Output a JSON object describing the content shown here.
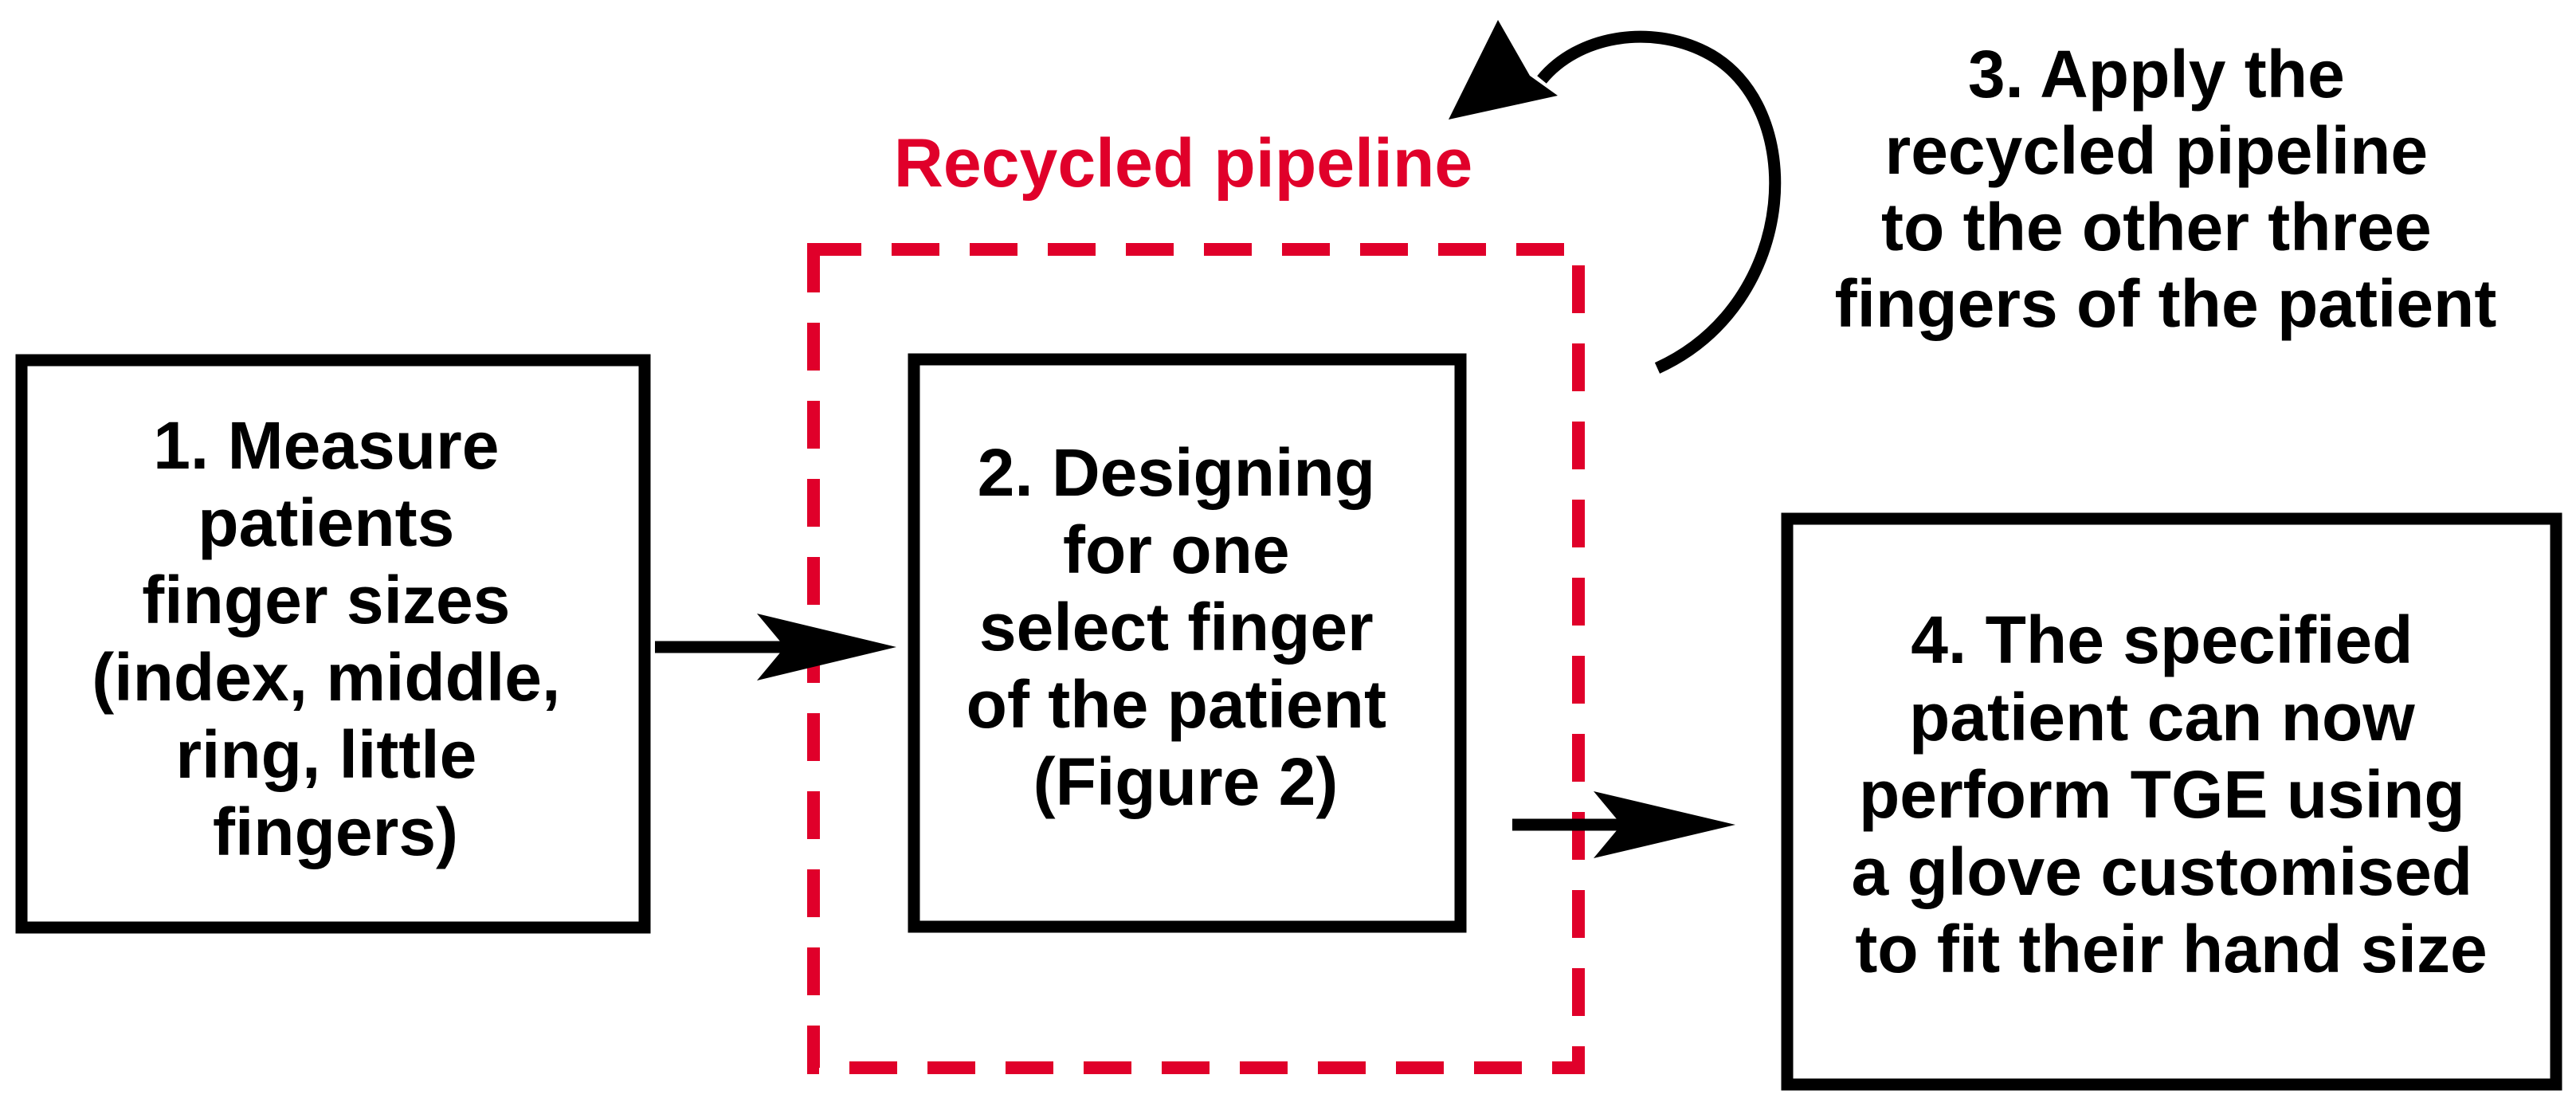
{
  "diagram": {
    "steps": [
      {
        "lines": [
          "1. Measure",
          "patients",
          "finger sizes",
          "(index, middle,",
          "ring, little",
          "fingers)"
        ]
      },
      {
        "lines": [
          "2. Designing",
          "for one",
          "select finger",
          "of the patient",
          "(Figure 2)"
        ]
      },
      {
        "lines": [
          "3. Apply the",
          "recycled pipeline",
          "to the other three",
          "fingers of the patient"
        ]
      },
      {
        "lines": [
          "4. The specified",
          "patient can now",
          "perform TGE using",
          "a glove customised",
          "to fit their hand size"
        ]
      }
    ],
    "recycled_label": "Recycled pipeline"
  },
  "colors": {
    "stroke": "#000000",
    "accent_red": "#e0002a",
    "background": "#ffffff"
  }
}
